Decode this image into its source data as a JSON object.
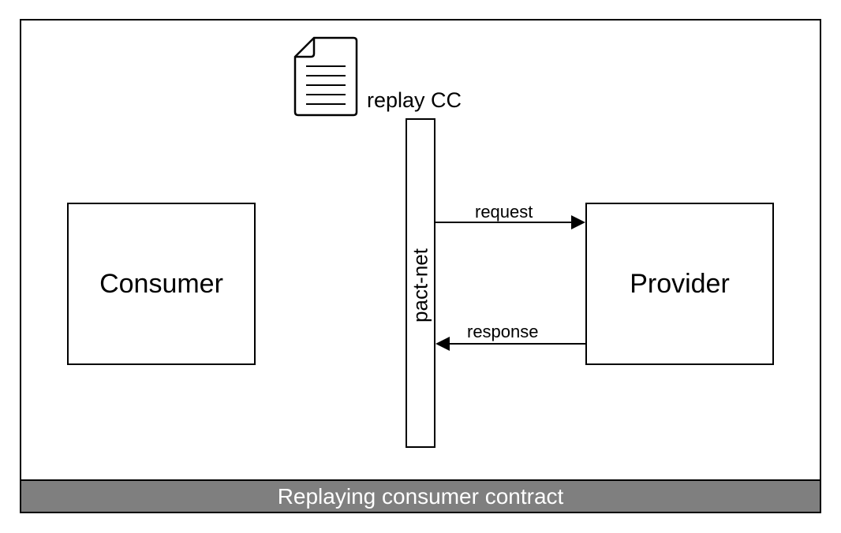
{
  "diagram": {
    "consumer_label": "Consumer",
    "provider_label": "Provider",
    "middleware_label": "pact-net",
    "contract_label": "replay CC",
    "request_label": "request",
    "response_label": "response",
    "footer_caption": "Replaying consumer contract",
    "icons": {
      "contract": "document-icon"
    },
    "colors": {
      "footer_background": "#7f7f7f",
      "footer_text": "#ffffff",
      "lines": "#000000"
    }
  }
}
